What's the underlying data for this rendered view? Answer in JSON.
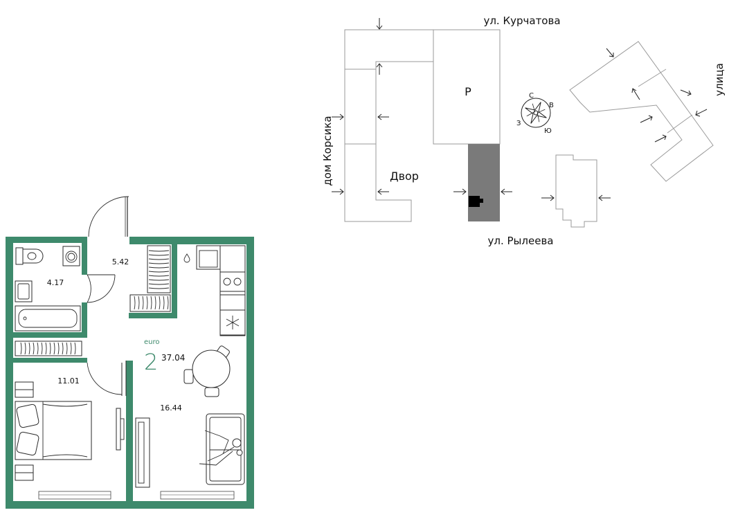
{
  "colors": {
    "wall": "#3e8a6c",
    "accent": "#3e8a6c",
    "building_outline": "#9a9a9a",
    "highlight_building": "#7a7a7a",
    "text": "#111111"
  },
  "site": {
    "streets": {
      "north": "ул. Курчатова",
      "south": "ул. Рылеева",
      "west": "дом Корсика",
      "east": "улица"
    },
    "courtyard_label": "Двор",
    "parking_label": "Р",
    "compass": {
      "north": "С",
      "east": "В",
      "south": "Ю",
      "west": "З"
    }
  },
  "apartment": {
    "class_label": "euro",
    "rooms": "2",
    "total_area": "37.04",
    "room_areas": {
      "hall": "5.42",
      "bathroom": "4.17",
      "bedroom": "11.01",
      "living_kitchen": "16.44"
    }
  }
}
